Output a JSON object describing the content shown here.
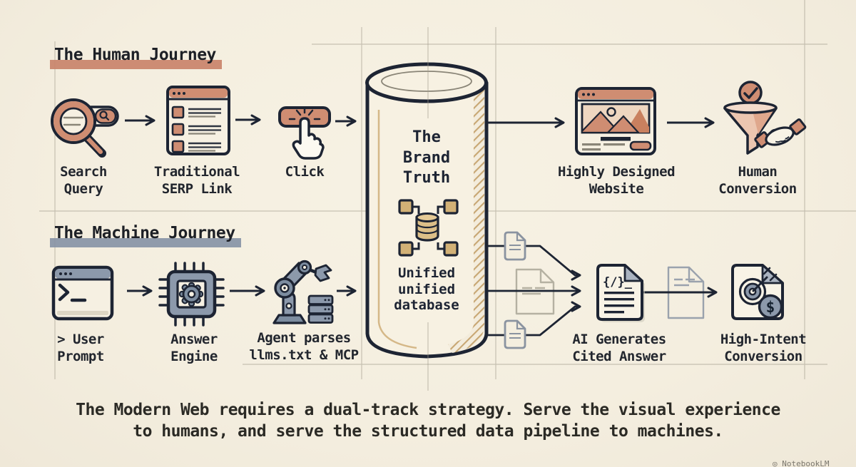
{
  "palette": {
    "background": "#f4eedf",
    "ink": "#1d2433",
    "human_accent": "#cf8d72",
    "human_highlight_bar": "#c9836a",
    "machine_accent": "#8c99ab",
    "machine_highlight_bar": "#8794a6",
    "core_tan": "#d2b176",
    "grid_line": "#a09a8a"
  },
  "human_journey": {
    "title": "The Human Journey",
    "steps": [
      {
        "label": "Search\nQuery",
        "icon": "magnifier-search-icon"
      },
      {
        "label": "Traditional\nSERP Link",
        "icon": "serp-results-browser-icon"
      },
      {
        "label": "Click",
        "icon": "click-button-hand-icon"
      },
      {
        "label": "Highly Designed\nWebsite",
        "icon": "designed-website-browser-icon"
      },
      {
        "label": "Human\nConversion",
        "icon": "funnel-handshake-icon"
      }
    ]
  },
  "machine_journey": {
    "title": "The Machine Journey",
    "steps": [
      {
        "label": "> User\nPrompt",
        "icon": "terminal-prompt-icon"
      },
      {
        "label": "Answer\nEngine",
        "icon": "chip-gear-icon"
      },
      {
        "label": "Agent parses\nllms.txt & MCP",
        "icon": "robot-arm-servers-icon"
      },
      {
        "label": "AI Generates\nCited Answer",
        "icon": "code-cited-document-icon",
        "glyph": "{/}_"
      },
      {
        "label": "High-Intent\nConversion",
        "icon": "target-dollar-document-icon",
        "glyph": "$"
      }
    ]
  },
  "core": {
    "heading": "The\nBrand\nTruth",
    "caption": "Unified\nunified\ndatabase",
    "icon": "database-network-icon"
  },
  "footer": {
    "caption": "The Modern Web requires a dual-track strategy. Serve the visual experience\nto humans, and serve the structured data pipeline to machines.",
    "watermark": "◎ NotebookLM"
  }
}
